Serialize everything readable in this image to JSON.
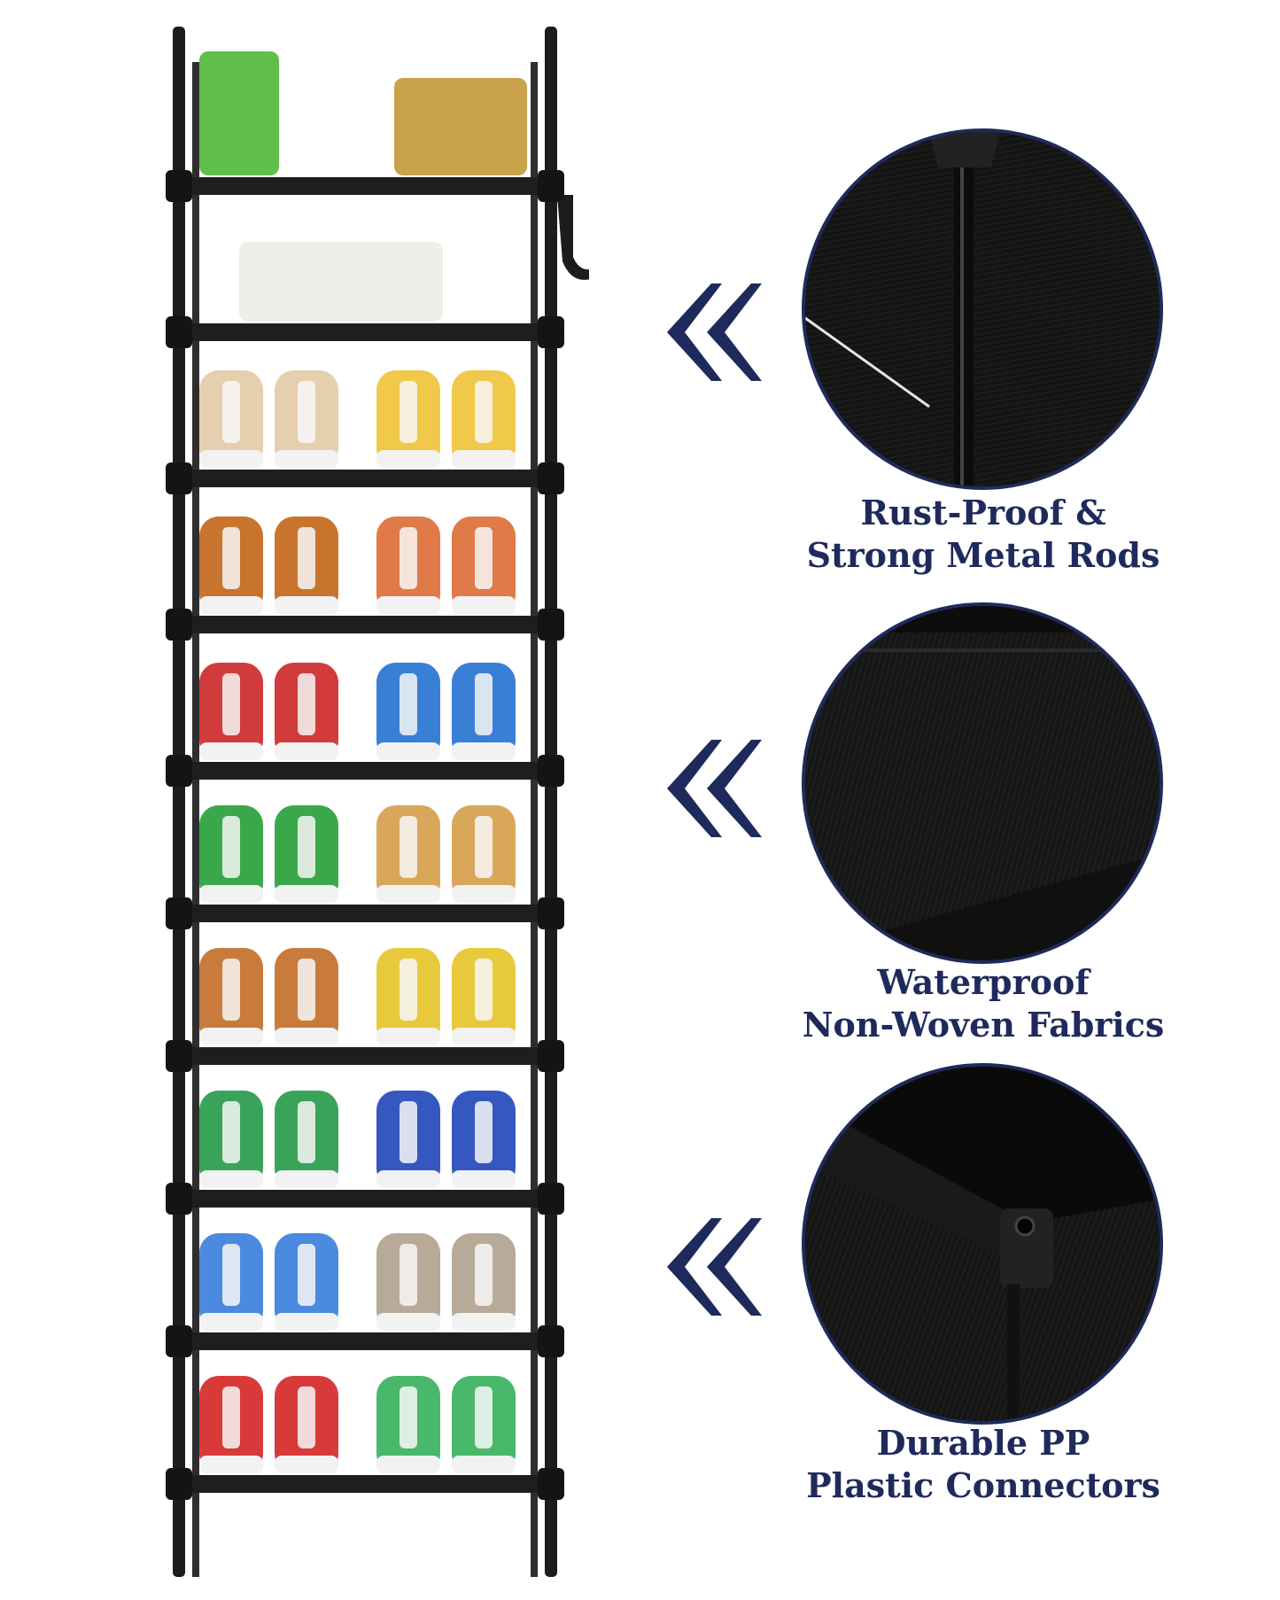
{
  "colors": {
    "accent_navy": "#1f2a5c",
    "rack_black": "#1c1c1c",
    "background": "#ffffff"
  },
  "features": [
    {
      "line1": "Rust-Proof &",
      "line2": "Strong Metal Rods",
      "icon": "double-chevron-left-icon"
    },
    {
      "line1": "Waterproof",
      "line2": "Non-Woven Fabrics",
      "icon": "double-chevron-left-icon"
    },
    {
      "line1": "Durable PP",
      "line2": "Plastic Connectors",
      "icon": "double-chevron-left-icon"
    }
  ],
  "rack": {
    "tiers": 10,
    "items_by_tier": [
      [
        "potted plant",
        "tan handbag"
      ],
      [
        "white woven basket"
      ],
      [
        "beige heels",
        "yellow sandals"
      ],
      [
        "brown oxfords",
        "orange oxfords"
      ],
      [
        "red sneakers",
        "blue sneakers"
      ],
      [
        "green sneakers",
        "tan boots"
      ],
      [
        "brown sneakers",
        "yellow sneakers"
      ],
      [
        "green low sneakers",
        "blue low sneakers"
      ],
      [
        "blue white sneakers",
        "grey boots"
      ],
      [
        "red white sneakers",
        "green black sneakers"
      ]
    ]
  }
}
